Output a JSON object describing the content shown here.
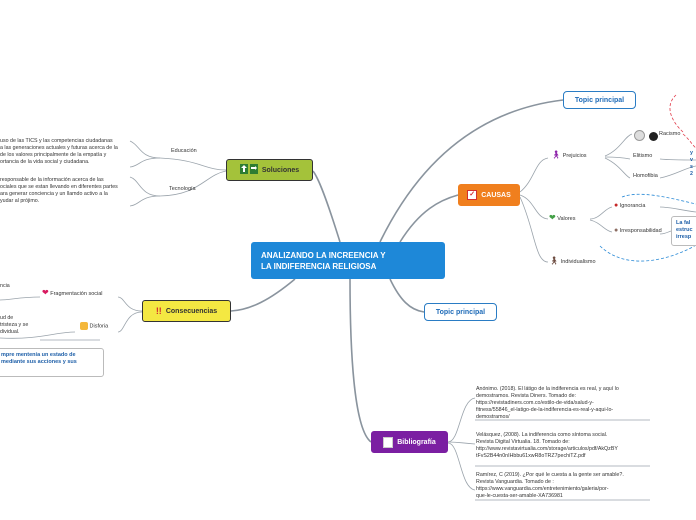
{
  "central": {
    "line1": "ANALIZANDO LA INCREENCIA Y",
    "line2": "LA INDIFERENCIA RELIGIOSA"
  },
  "soluciones": {
    "title": "Soluciones",
    "icon": "arrows-icon",
    "children": [
      {
        "label": "Educación",
        "text": "uso de las TICS y las competencias ciudadanas\na las generaciones actuales y futuras acerca de la\nde los valores principalmente de la empatía y\nortancia de la vida social y ciudadana."
      },
      {
        "label": "Tecnología",
        "text": "responsable de la información acerca de las\nociales que se estan llevando en diferentes partes\nara generar conciencia y un llamdo activo a la\nyudar al prójimo."
      }
    ]
  },
  "consecuencias": {
    "title": "Consecuencias",
    "icon": "double-exclamation-icon",
    "children": [
      {
        "label": "Fragmentación social",
        "icon": "broken-heart-icon",
        "side_text": "ncia"
      },
      {
        "label": "Disforia",
        "icon": "sad-face-icon",
        "side_text": "ud de\ntristeza y se\ndividual."
      }
    ],
    "note": "mpre mentenía un estado de\nmediante sus acciones y sus"
  },
  "causas": {
    "title": "CAUSAS",
    "icon": "checkbox-icon",
    "children": [
      {
        "label": "Prejuicios",
        "icon": "person-icon",
        "sub": [
          {
            "label": "Racismo"
          },
          {
            "label": "Elitismo"
          },
          {
            "label": "Homofibia"
          }
        ]
      },
      {
        "label": "Valores",
        "icon": "green-heart-icon",
        "sub": [
          {
            "label": "Ignorancia"
          },
          {
            "label": "Irresponsabilidad"
          }
        ]
      },
      {
        "label": "Individualismo",
        "icon": "walking-person-icon"
      }
    ],
    "side_text_1": "y\nv\ns\n2",
    "side_text_2": "La fal\nestruc\nirresp"
  },
  "topics": {
    "topic1": "Topic principal",
    "topic2": "Topic principal"
  },
  "bibliografia": {
    "title": "Bibliografía",
    "icon": "document-icon",
    "refs": [
      "Anónimo. (2018). El látigo de la indiferencia es real, y aquí lo\ndemostramos. Revista Diners. Tomado de:\nhttps://revistadiners.com.co/estilo-de-vida/salud-y-\nfitness/55846_el-latigo-de-la-indiferencia-es-real-y-aqui-lo-\ndemostramos/",
      "Velásquez, (2008). La indiferencia como síntoma social.\nRevista Digital Virtualia. 18. Tomado de:\nhttp://www.revistavirtualia.com/storage/articulos/pdf/AkQzBY\ntFvS2B44n0nIHbbu61xwR8oTRZ7pechiTZ.pdf",
      "Ramírez, C (2019). ¿Por qué le cuesta a la gente ser amable?.\nRevista Vanguardia. Tomado de :\nhttps://www.vanguardia.com/entretenimiento/galeria/por-\nque-le-cuesta-ser-amable-XA736981"
    ]
  }
}
